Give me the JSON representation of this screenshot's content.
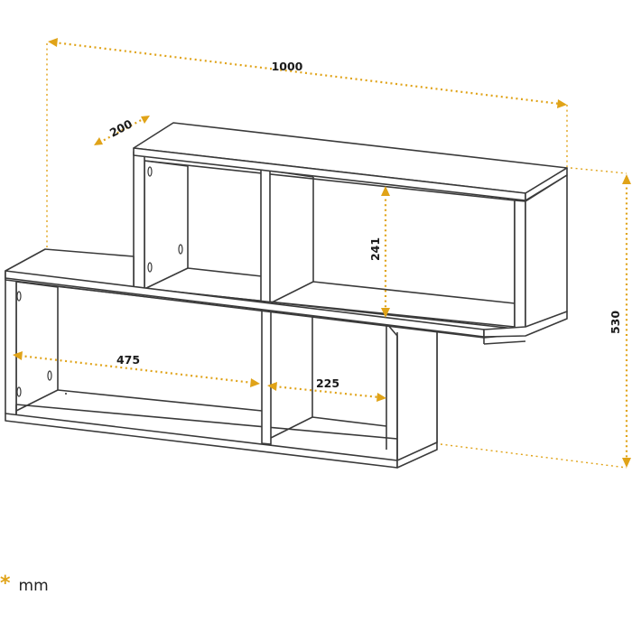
{
  "diagram": {
    "dimensions": {
      "total_width": "1000",
      "depth": "200",
      "total_height": "530",
      "upper_compartment_height": "241",
      "lower_left_compartment_width": "475",
      "lower_right_compartment_width": "225"
    },
    "unit_note": {
      "symbol": "*",
      "text": "mm"
    },
    "colors": {
      "dimension_lines": "#e0a318",
      "outline": "#3a3a3a",
      "background": "#ffffff"
    }
  }
}
